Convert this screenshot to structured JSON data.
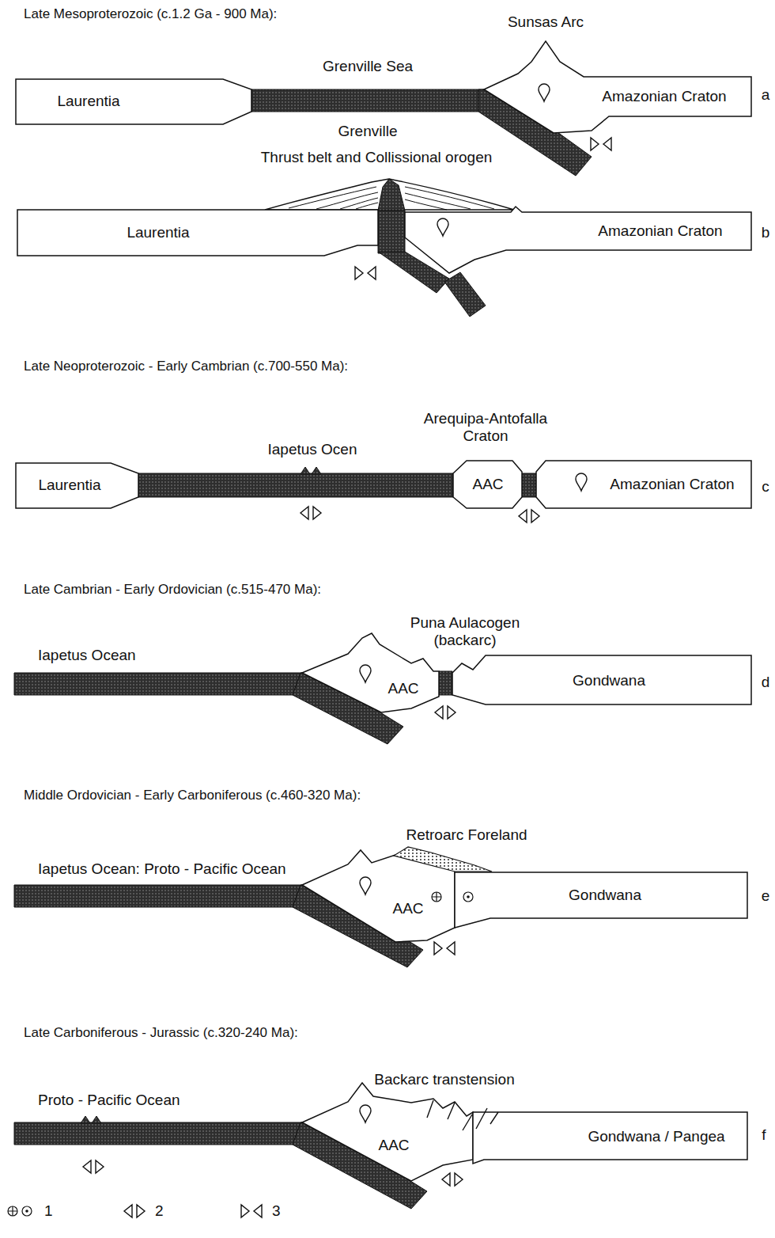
{
  "diagram": {
    "nodes": [
      {
        "text": [
          "Laurentia"
        ]
      },
      {
        "text": [
          "Amazonian Craton"
        ]
      },
      {
        "text": [
          "Laurentia"
        ]
      },
      {
        "text": [
          "Amazonian Craton"
        ]
      },
      {
        "text": [
          "Laurentia"
        ]
      },
      {
        "text": [
          "AAC"
        ]
      },
      {
        "text": [
          "Amazonian Craton"
        ]
      },
      {
        "text": [
          "AAC"
        ]
      },
      {
        "text": [
          "Gondwana"
        ]
      },
      {
        "text": [
          "AAC"
        ]
      },
      {
        "text": [
          "Gondwana"
        ]
      },
      {
        "text": [
          "AAC"
        ]
      },
      {
        "text": [
          "Gondwana / Pangea"
        ]
      }
    ],
    "labels": [
      "Late Mesoproterozoic (c.1.2 Ga - 900 Ma):",
      "Sunsas Arc",
      "Grenville Sea",
      "a",
      "Grenville",
      "Thrust belt and Collissional orogen",
      "b",
      "Late Neoproterozoic - Early Cambrian (c.700-550 Ma):",
      "Arequipa-Antofalla Craton",
      "Iapetus Ocen",
      "c",
      "Late Cambrian - Early Ordovician (c.515-470 Ma):",
      "Puna Aulacogen (backarc)",
      "Iapetus Ocean",
      "d",
      "Middle Ordovician - Early Carboniferous (c.460-320 Ma):",
      "Retroarc Foreland",
      "Iapetus Ocean: Proto - Pacific Ocean",
      "e",
      "Late Carboniferous - Jurassic (c.320-240 Ma):",
      "Backarc transtension",
      "Proto - Pacific Ocean",
      "f"
    ],
    "legend": [
      {
        "text": "1"
      },
      {
        "text": "2"
      },
      {
        "text": "3"
      }
    ]
  }
}
